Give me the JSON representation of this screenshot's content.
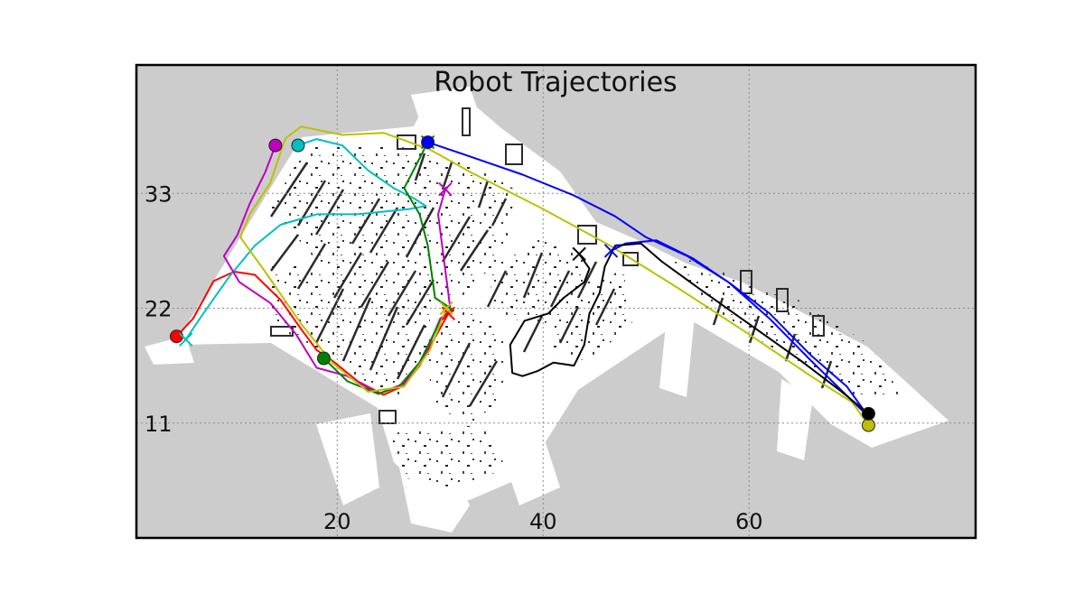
{
  "chart_data": {
    "type": "line",
    "title": "Robot Trajectories",
    "xlabel": "",
    "ylabel": "",
    "xlim": [
      0.5,
      82.0
    ],
    "ylim": [
      0.0,
      45.3
    ],
    "xticks": [
      20,
      40,
      60
    ],
    "yticks": [
      11,
      22,
      33
    ],
    "grid": true,
    "background_color": "#cccccc",
    "map_free_color": "#ffffff",
    "map_obstacle_color": "#2b2b2b",
    "start_marker": "circle",
    "end_marker": "x",
    "series": [
      {
        "color": "#ff0000",
        "points": [
          [
            4.4,
            19.3
          ],
          [
            6.0,
            21.0
          ],
          [
            8.0,
            24.6
          ],
          [
            10.0,
            25.5
          ],
          [
            12.0,
            25.2
          ],
          [
            14.5,
            22.8
          ],
          [
            16.5,
            20.0
          ],
          [
            18.0,
            18.0
          ],
          [
            19.5,
            17.0
          ],
          [
            22.0,
            15.0
          ],
          [
            24.5,
            13.7
          ],
          [
            26.5,
            14.6
          ],
          [
            28.0,
            16.5
          ],
          [
            29.5,
            19.2
          ],
          [
            30.8,
            21.5
          ]
        ]
      },
      {
        "color": "#00bfbf",
        "points": [
          [
            16.2,
            37.6
          ],
          [
            18.0,
            38.2
          ],
          [
            20.5,
            37.6
          ],
          [
            23.0,
            35.2
          ],
          [
            25.5,
            33.5
          ],
          [
            27.5,
            32.5
          ],
          [
            28.6,
            31.8
          ],
          [
            27.0,
            31.5
          ],
          [
            22.0,
            31.0
          ],
          [
            18.0,
            31.0
          ],
          [
            14.5,
            30.0
          ],
          [
            12.0,
            28.0
          ],
          [
            9.5,
            25.0
          ],
          [
            7.0,
            21.5
          ],
          [
            5.3,
            19.0
          ]
        ]
      },
      {
        "color": "#bf00bf",
        "points": [
          [
            14.0,
            37.6
          ],
          [
            13.0,
            35.0
          ],
          [
            11.5,
            32.0
          ],
          [
            10.3,
            29.0
          ],
          [
            9.0,
            27.0
          ],
          [
            10.5,
            24.5
          ],
          [
            13.5,
            22.5
          ],
          [
            16.0,
            19.5
          ],
          [
            18.0,
            16.3
          ],
          [
            21.0,
            15.5
          ],
          [
            24.0,
            13.8
          ],
          [
            26.5,
            14.8
          ],
          [
            28.5,
            17.5
          ],
          [
            30.0,
            21.0
          ],
          [
            31.0,
            21.8
          ],
          [
            29.8,
            31.0
          ],
          [
            30.5,
            33.4
          ]
        ]
      },
      {
        "color": "#008000",
        "points": [
          [
            18.7,
            17.2
          ],
          [
            21.0,
            15.0
          ],
          [
            24.0,
            13.8
          ],
          [
            26.0,
            14.5
          ],
          [
            28.0,
            16.8
          ],
          [
            30.0,
            20.8
          ],
          [
            31.3,
            21.8
          ],
          [
            29.5,
            23.0
          ],
          [
            28.8,
            28.0
          ],
          [
            28.0,
            31.0
          ],
          [
            26.5,
            33.5
          ],
          [
            27.3,
            35.0
          ],
          [
            28.8,
            37.9
          ]
        ]
      },
      {
        "color": "#bfbf00",
        "points": [
          [
            71.6,
            10.8
          ],
          [
            70.0,
            13.0
          ],
          [
            66.0,
            15.5
          ],
          [
            60.0,
            19.5
          ],
          [
            53.0,
            24.0
          ],
          [
            46.5,
            28.0
          ],
          [
            40.0,
            31.5
          ],
          [
            33.0,
            35.0
          ],
          [
            29.0,
            37.2
          ],
          [
            24.5,
            38.8
          ],
          [
            20.5,
            38.6
          ],
          [
            16.5,
            39.4
          ],
          [
            15.0,
            38.3
          ],
          [
            14.8,
            37.8
          ],
          [
            13.5,
            34.0
          ],
          [
            11.5,
            31.0
          ],
          [
            10.6,
            28.8
          ],
          [
            13.0,
            25.5
          ],
          [
            16.5,
            20.5
          ],
          [
            19.5,
            16.8
          ],
          [
            23.0,
            14.0
          ],
          [
            26.5,
            14.5
          ],
          [
            29.0,
            18.0
          ],
          [
            30.6,
            22.0
          ]
        ]
      },
      {
        "color": "#0000ff",
        "points": [
          [
            28.8,
            37.9
          ],
          [
            33.0,
            36.5
          ],
          [
            38.0,
            34.8
          ],
          [
            43.0,
            32.8
          ],
          [
            47.0,
            30.8
          ],
          [
            50.0,
            28.8
          ],
          [
            54.0,
            27.0
          ],
          [
            58.0,
            24.5
          ],
          [
            62.0,
            21.5
          ],
          [
            66.0,
            17.5
          ],
          [
            69.5,
            14.5
          ],
          [
            71.6,
            11.6
          ],
          [
            66.0,
            17.0
          ],
          [
            62.0,
            21.0
          ],
          [
            58.0,
            24.5
          ],
          [
            54.5,
            26.8
          ],
          [
            51.0,
            28.5
          ],
          [
            48.0,
            28.2
          ],
          [
            46.6,
            27.5
          ]
        ]
      },
      {
        "color": "#000000",
        "points": [
          [
            71.6,
            11.9
          ],
          [
            69.0,
            14.0
          ],
          [
            65.0,
            17.0
          ],
          [
            60.0,
            20.5
          ],
          [
            55.0,
            24.0
          ],
          [
            51.5,
            26.5
          ],
          [
            49.5,
            28.2
          ],
          [
            47.0,
            28.0
          ],
          [
            46.0,
            26.0
          ],
          [
            45.5,
            23.5
          ],
          [
            44.5,
            21.5
          ],
          [
            44.0,
            18.5
          ],
          [
            43.0,
            16.5
          ],
          [
            41.0,
            16.8
          ],
          [
            39.5,
            16.0
          ],
          [
            38.0,
            15.5
          ],
          [
            37.0,
            15.8
          ],
          [
            36.8,
            18.5
          ],
          [
            38.2,
            20.8
          ],
          [
            40.5,
            21.5
          ],
          [
            42.0,
            23.0
          ],
          [
            44.0,
            24.5
          ],
          [
            44.5,
            25.8
          ],
          [
            43.5,
            27.2
          ]
        ]
      }
    ]
  }
}
